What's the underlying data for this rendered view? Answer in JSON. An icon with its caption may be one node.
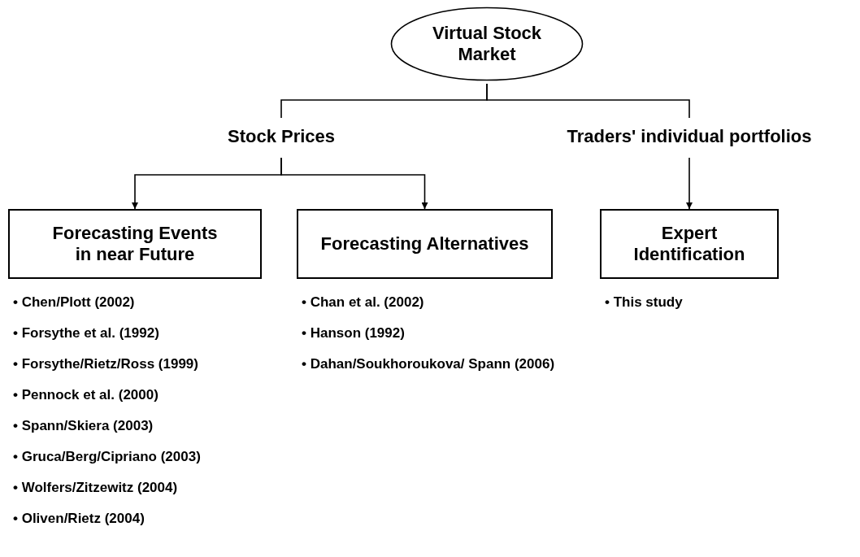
{
  "diagram": {
    "nodes": [
      {
        "text": [
          "Virtual Stock Market"
        ]
      },
      {
        "text": [
          "Stock Prices"
        ]
      },
      {
        "text": [
          "Traders' individual portfolios"
        ]
      },
      {
        "text": [
          "Forecasting Events in near Future"
        ],
        "beside": [
          "• Chen/Plott (2002)",
          "• Forsythe et al. (1992)",
          "• Forsythe/Rietz/Ross (1999)",
          "• Pennock et al. (2000)",
          "• Spann/Skiera (2003)",
          "• Gruca/Berg/Cipriano (2003)",
          "• Wolfers/Zitzewitz (2004)",
          "• Oliven/Rietz (2004)"
        ]
      },
      {
        "text": [
          "Forecasting Alternatives"
        ],
        "beside": [
          "• Chan et al. (2002)",
          "• Hanson (1992)",
          "• Dahan/Soukhoroukova/ Spann (2006)"
        ]
      },
      {
        "text": [
          "Expert Identification"
        ],
        "beside": [
          "• This study"
        ]
      }
    ],
    "edges": [
      {
        "from": 0,
        "to": 1,
        "arrow": "none"
      },
      {
        "from": 0,
        "to": 2,
        "arrow": "none"
      },
      {
        "from": 1,
        "to": 3,
        "arrow": "to"
      },
      {
        "from": 1,
        "to": 4,
        "arrow": "to"
      },
      {
        "from": 2,
        "to": 5,
        "arrow": "to"
      }
    ]
  }
}
